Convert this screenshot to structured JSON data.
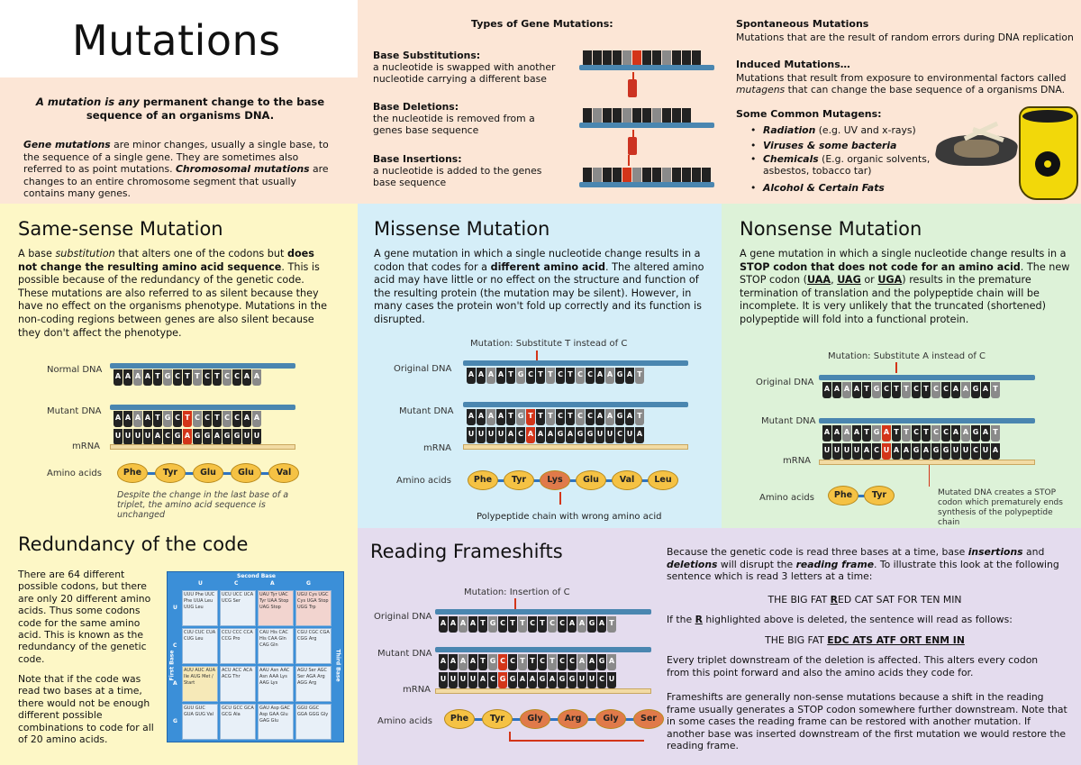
{
  "title": "Mutations",
  "intro": {
    "def_a": "A mutation is any",
    "def_b": " permanent change to the base sequence of an organisms DNA.",
    "gene_term": "Gene mutations",
    "gene_text": " are minor changes, usually a single base, to the sequence of a single gene. They are sometimes also referred to as point mutations. ",
    "chrom_term": "Chromosomal mutations",
    "chrom_text": " are changes to an entire chromosome segment that usually contains many genes."
  },
  "types": {
    "heading": "Types of Gene Mutations:",
    "items": [
      {
        "term": "Base Substitutions:",
        "text": "a nucleotide is swapped with another nucleotide carrying a different base"
      },
      {
        "term": "Base Deletions:",
        "text": "the nucleotide is removed from a genes base sequence"
      },
      {
        "term": "Base Insertions:",
        "text": "a nucleotide is added to the genes base sequence"
      }
    ]
  },
  "spontaneous": {
    "heading": "Spontaneous Mutations",
    "text": "Mutations that are the result of random errors during DNA replication"
  },
  "induced": {
    "heading": "Induced Mutations…",
    "text_a": "Mutations that result from exposure to environmental factors called ",
    "text_term": "mutagens",
    "text_b": " that can change the base sequence of a organisms DNA."
  },
  "mutagens": {
    "heading": "Some Common Mutagens:",
    "items": [
      {
        "term": "Radiation",
        "text": " (e.g. UV and x-rays)"
      },
      {
        "term": "Viruses & some bacteria",
        "text": ""
      },
      {
        "term": "Chemicals",
        "text": " (E.g. organic solvents, asbestos, tobacco tar)"
      },
      {
        "term": "Alcohol & Certain Fats",
        "text": ""
      }
    ]
  },
  "same_sense": {
    "heading": "Same-sense Mutation",
    "t1": "A base ",
    "t2": "substitution",
    "t3": " that alters one of the codons but ",
    "t4": "does not change the resulting amino acid sequence",
    "t5": ". This is possible because of the redundancy of the genetic code. These mutations are also referred to as silent because they have no effect on the organisms  phenotype. Mutations in the non-coding regions between genes are also silent because they don't affect the phenotype.",
    "labels": {
      "normal": "Normal DNA",
      "mutant": "Mutant DNA",
      "mrna": "mRNA",
      "amino": "Amino acids"
    },
    "normal_seq": "AAAATGCTTCTCCAA",
    "mutant_seq": "AAAATGCTCCTCCAA",
    "mrna_seq": "UUUUACGAGGAGGUU",
    "aminos": [
      "Phe",
      "Tyr",
      "Glu",
      "Glu",
      "Val"
    ],
    "caption": "Despite the change in the last base of a triplet, the amino acid sequence is unchanged"
  },
  "missense": {
    "heading": "Missense Mutation",
    "t1": "A gene mutation in which a single nucleotide change results in a codon that codes for a ",
    "t2": "different amino acid",
    "t3": ". The altered amino acid may have little or no effect on the structure and function of the resulting protein (the mutation may be silent). However, in many cases the protein won't fold up correctly and its function is disrupted.",
    "mutation_label": "Mutation: Substitute T instead of C",
    "labels": {
      "original": "Original DNA",
      "mutant": "Mutant DNA",
      "mrna": "mRNA",
      "amino": "Amino acids"
    },
    "orig_seq": "AAAATGCTTCTCCAAGAT",
    "mut_seq": "AAAATGTTTCTCCAAGAT",
    "mrna_seq": "UUUUACAAAGAGGUUCUA",
    "aminos": [
      "Phe",
      "Tyr",
      "Lys",
      "Glu",
      "Val",
      "Leu"
    ],
    "caption": "Polypeptide chain with wrong amino acid"
  },
  "nonsense": {
    "heading": "Nonsense Mutation",
    "t1": "A gene mutation in which a single nucleotide change results in a ",
    "t2": "STOP codon that does not code for an amino acid",
    "t3": ". The new STOP codon (",
    "c1": "UAA",
    "c2": "UAG",
    "c3": "UGA",
    "t4": ") results in the premature termination of translation and the polypeptide chain will be incomplete. It is very unlikely that the truncated (shortened) polypeptide will fold into a functional protein.",
    "mutation_label": "Mutation: Substitute A instead of C",
    "labels": {
      "original": "Original DNA",
      "mutant": "Mutant DNA",
      "mrna": "mRNA",
      "amino": "Amino acids"
    },
    "orig_seq": "AAAATGCTTCTCCAAGAT",
    "mut_seq": "AAAATGATTCTCCAAGAT",
    "mrna_seq": "UUUUACUAAGAGGUUCUA",
    "aminos": [
      "Phe",
      "Tyr"
    ],
    "caption": "Mutated DNA creates a STOP codon which prematurely ends synthesis of the polypeptide chain"
  },
  "redundancy": {
    "heading": "Redundancy of the code",
    "p1": "There are 64 different possible codons, but there are only 20 different amino acids. Thus some codons code for the same amino acid. This is known as the redundancy of the genetic code.",
    "p2": "Note that if the code was read two bases at a time, there would not be enough different possible combinations to code for all of 20 amino acids.",
    "table_header": "Second Base",
    "table_first": "First Base",
    "table_third": "Third Base",
    "cols": [
      "U",
      "C",
      "A",
      "G"
    ],
    "rows": [
      [
        "UUU Phe UUC Phe UUA Leu UUG Leu",
        "UCU UCC UCA UCG Ser",
        "UAU Tyr UAC Tyr UAA Stop UAG Stop",
        "UGU Cys UGC Cys UGA Stop UGG Trp"
      ],
      [
        "CUU CUC CUA CUG Leu",
        "CCU CCC CCA CCG Pro",
        "CAU His CAC His CAA Gln CAG Gln",
        "CGU CGC CGA CGG Arg"
      ],
      [
        "AUU AUC AUA Ile AUG Met / Start",
        "ACU ACC ACA ACG Thr",
        "AAU Asn AAC Asn AAA Lys AAG Lys",
        "AGU Ser AGC Ser AGA Arg AGG Arg"
      ],
      [
        "GUU GUC GUA GUG Val",
        "GCU GCC GCA GCG Ala",
        "GAU Asp GAC Asp GAA Glu GAG Glu",
        "GGU GGC GGA GGG Gly"
      ]
    ]
  },
  "frameshift": {
    "heading": "Reading Frameshifts",
    "mutation_label": "Mutation: Insertion of C",
    "labels": {
      "original": "Original DNA",
      "mutant": "Mutant DNA",
      "mrna": "mRNA",
      "amino": "Amino acids"
    },
    "orig_seq": "AAAATGCTTCTCCAAGAT",
    "mut_seq": "AAAATGCCTTCTCCAAGA",
    "mrna_seq": "UUUUACGGAAGAGGUUCU",
    "aminos": [
      "Phe",
      "Tyr",
      "Gly",
      "Arg",
      "Gly",
      "Ser"
    ],
    "p1a": "Because the genetic code is read three bases at a time, base ",
    "p1b": "insertions",
    "p1c": " and ",
    "p1d": "deletions",
    "p1e": " will disrupt the ",
    "p1f": "reading frame",
    "p1g": ". To illustrate this look at the following sentence which is read 3 letters at a time:",
    "sentence1a": "THE BIG FAT ",
    "sentence1b": "R",
    "sentence1c": "ED CAT SAT FOR TEN MIN",
    "p2a": "If the ",
    "p2b": "R",
    "p2c": " highlighted above is deleted, the sentence will read as follows:",
    "sentence2a": "THE BIG FAT ",
    "sentence2b": "EDC ATS ATF ORT ENM IN",
    "p3": "Every triplet downstream of the deletion is affected. This alters every codon from this point forward and also the amino acids they code for.",
    "p4": "Frameshifts are generally non-sense mutations because a shift in the reading frame usually generates a STOP codon somewhere further downstream. Note that in some cases the reading frame can be restored with another mutation. If another base was inserted downstream of the first mutation we would restore the reading frame."
  }
}
